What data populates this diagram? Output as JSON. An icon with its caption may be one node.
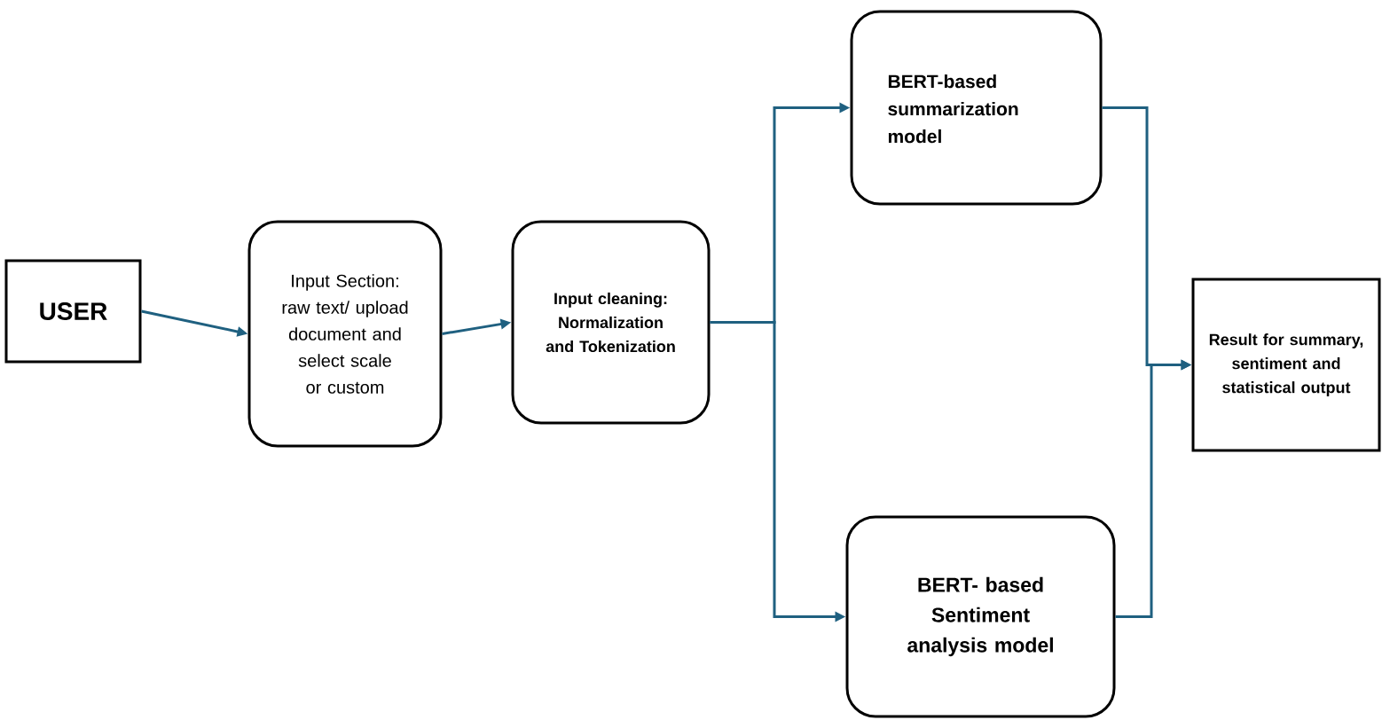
{
  "diagram": {
    "nodes": [
      {
        "text": [
          "USER"
        ]
      },
      {
        "text": [
          "Input Section: raw text/ upload document and select scale or custom"
        ]
      },
      {
        "text": [
          "Input cleaning: Normalization and Tokenization"
        ]
      },
      {
        "text": [
          "BERT-based summarization model"
        ]
      },
      {
        "text": [
          "BERT- based Sentiment analysis model"
        ]
      },
      {
        "text": [
          "Result for summary, sentiment and statistical output"
        ]
      }
    ],
    "edges": [
      {
        "from": 0,
        "to": 1,
        "arrow": "to"
      },
      {
        "from": 1,
        "to": 2,
        "arrow": "to"
      },
      {
        "from": 2,
        "to": 3,
        "arrow": "to"
      },
      {
        "from": 2,
        "to": 4,
        "arrow": "to"
      },
      {
        "from": 3,
        "to": 5,
        "arrow": "to"
      },
      {
        "from": 4,
        "to": 5,
        "arrow": "to"
      }
    ]
  }
}
